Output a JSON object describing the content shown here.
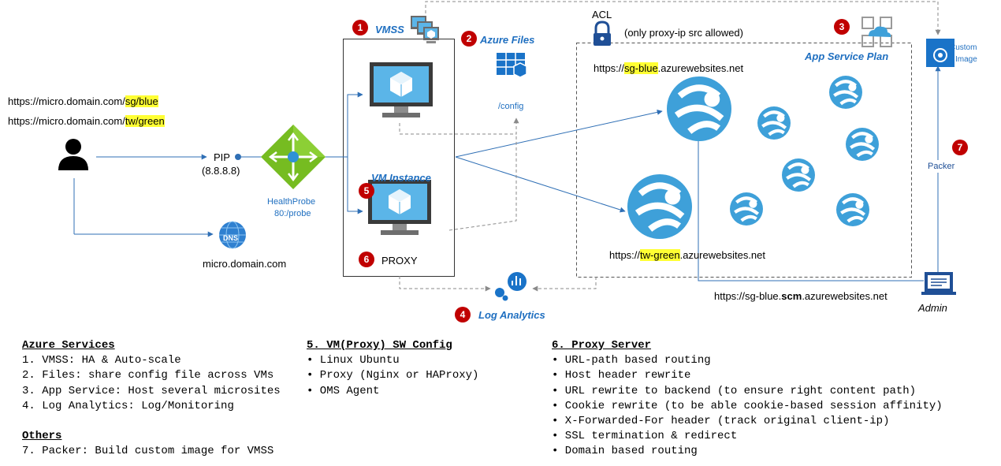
{
  "colors": {
    "azure_blue": "#1f6fc0",
    "icon_blue": "#3ea0d9",
    "badge_red": "#c00000",
    "highlight": "#ffff33",
    "line_blue": "#2f6fb5",
    "dashed_gray": "#8a8a8a"
  },
  "urls": {
    "sg_prefix": "https://micro.domain.com/",
    "sg_path": "sg/blue",
    "tw_prefix": "https://micro.domain.com/",
    "tw_path": "tw/green"
  },
  "pip": {
    "label": "PIP",
    "ip": "(8.8.8.8)"
  },
  "health_probe": {
    "line1": "HealthProbe",
    "line2": "80:/probe"
  },
  "dns": {
    "icon_label": "DNS",
    "domain": "micro.domain.com"
  },
  "vmss": {
    "number": "1",
    "label": "VMSS"
  },
  "azure_files": {
    "number": "2",
    "label": "Azure Files",
    "path": "/config"
  },
  "app_service_plan": {
    "number": "3",
    "label": "App Service Plan"
  },
  "log_analytics": {
    "number": "4",
    "label": "Log Analytics"
  },
  "vm_instance": {
    "number": "5",
    "label": "VM Instance"
  },
  "proxy": {
    "number": "6",
    "label": "PROXY"
  },
  "packer": {
    "number": "7",
    "label": "Packer"
  },
  "acl": {
    "label": "ACL",
    "note": "(only proxy-ip src allowed)"
  },
  "custom_image": {
    "line1": "Custom",
    "line2": "Image"
  },
  "sites": {
    "blue_prefix": "https://",
    "blue_name": "sg-blue",
    "blue_suffix": ".azurewebsites.net",
    "green_prefix": "https://",
    "green_name": "tw-green",
    "green_suffix": ".azurewebsites.net",
    "scm_prefix": "https://sg-blue.",
    "scm_bold": "scm",
    "scm_suffix": ".azurewebsites.net"
  },
  "admin": {
    "label": "Admin"
  },
  "notes": {
    "azure_services": {
      "heading": "Azure Services",
      "items": [
        "1. VMSS: HA & Auto-scale",
        "2. Files: share config file across VMs",
        "3. App Service: Host several microsites",
        "4. Log Analytics: Log/Monitoring"
      ]
    },
    "others": {
      "heading": "Others",
      "items": [
        "7. Packer: Build custom image for VMSS"
      ]
    },
    "vm_config": {
      "heading": "5. VM(Proxy) SW Config",
      "items": [
        "• Linux Ubuntu",
        "• Proxy (Nginx or HAProxy)",
        "• OMS Agent"
      ]
    },
    "proxy_server": {
      "heading": "6. Proxy Server",
      "items": [
        "• URL-path based routing",
        "• Host header rewrite",
        "• URL rewrite to backend (to ensure right content path)",
        "• Cookie rewrite (to be able cookie-based session affinity)",
        "• X-Forwarded-For header (track original client-ip)",
        "• SSL termination & redirect",
        "• Domain based routing"
      ]
    }
  }
}
